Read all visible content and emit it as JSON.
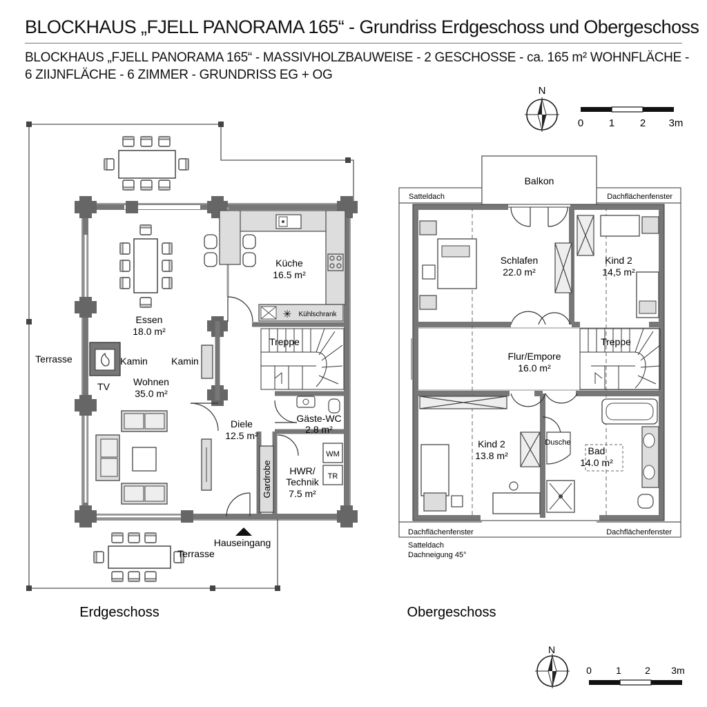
{
  "title": "BLOCKHAUS „FJELL PANORAMA 165“ - Grundriss Erdgeschoss und Obergeschoss",
  "subtitle_line1": "BLOCKHAUS „FJELL PANORAMA 165“ - MASSIVHOLZBAUWEISE - 2 GESCHOSSE - ca. 165 m² WOHNFLÄCHE -",
  "subtitle_line2": "6 ZIIJNFLÄCHE - 6 ZIMMER - GRUNDRISS EG + OG",
  "north_label": "N",
  "scale_top": [
    "0",
    "1",
    "2",
    "3m"
  ],
  "scale_bottom": [
    "0",
    "1",
    "2",
    "3m"
  ],
  "eg": {
    "caption": "Erdgeschoss",
    "terrasse_west": "Terrasse",
    "terrasse_south": "Terrasse",
    "kueche": "Küche",
    "kueche_area": "16.5 m²",
    "kuehlschrank": "Kühlschrank",
    "essen": "Essen",
    "essen_area": "18.0 m²",
    "kamin_left": "Kamin",
    "kamin_right": "Kamin",
    "wohnen": "Wohnen",
    "wohnen_area": "35.0 m²",
    "tv": "TV",
    "treppe": "Treppe",
    "diele": "Diele",
    "diele_area": "12.5 m²",
    "gaeste_wc": "Gäste-WC",
    "gaeste_wc_area": "2.8 m²",
    "hwr_line1": "HWR/",
    "hwr_line2": "Technik",
    "hwr_area": "7.5 m²",
    "wm": "WM",
    "tr": "TR",
    "garderobe": "Gardrobe",
    "hauseingang": "Hauseingang"
  },
  "og": {
    "caption": "Obergeschoss",
    "balkon": "Balkon",
    "satteldach_top": "Satteldach",
    "dachfenster_top": "Dachflächenfenster",
    "schlafen": "Schlafen",
    "schlafen_area": "22.0 m²",
    "kind2_top": "Kind 2",
    "kind2_top_area": "14,5 m²",
    "flur": "Flur/Empore",
    "flur_area": "16.0 m²",
    "treppe": "Treppe",
    "kind2_bottom": "Kind 2",
    "kind2_bottom_area": "13.8 m²",
    "dusche": "Dusche",
    "bad": "Bad",
    "bad_area": "14.0 m²",
    "dachfenster_bl": "Dachflächenfenster",
    "dachfenster_br": "Dachflächenfenster",
    "satteldach_bottom": "Satteldach",
    "dachneigung": "Dachneigung 45°"
  }
}
